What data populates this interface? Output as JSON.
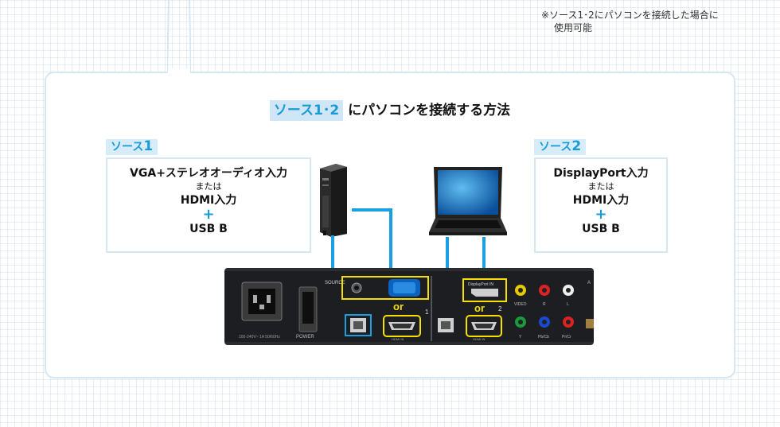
{
  "note": {
    "line1": "※ソース1･2にパソコンを接続した場合に",
    "line2": "使用可能"
  },
  "title": {
    "highlight": "ソース1･2",
    "rest": "にパソコンを接続する方法"
  },
  "source1": {
    "tag_prefix": "ソース",
    "tag_num": "1",
    "line1": "VGA+ステレオオーディオ入力",
    "line2": "または",
    "line3": "HDMI入力",
    "plus": "+",
    "line4": "USB B"
  },
  "source2": {
    "tag_prefix": "ソース",
    "tag_num": "2",
    "line1": "DisplayPort入力",
    "line2": "または",
    "line3": "HDMI入力",
    "plus": "+",
    "line4": "USB B"
  },
  "device": {
    "source_label": "SOURCE",
    "or1": "or",
    "or2": "or",
    "port1": "1",
    "port2": "2",
    "dp_label": "DisplayPort IN",
    "hdmi_label1": "HDMI IN",
    "hdmi_label2": "HDMI IN",
    "power_label": "POWER",
    "voltage_label": "100-240V~ 1A 50/60Hz",
    "video_label": "VIDEO",
    "r_label": "R",
    "l_label": "L",
    "y_label": "Y",
    "pb_label": "Pb/Cb",
    "pr_label": "Pr/Cr",
    "a_label": "A"
  },
  "colors": {
    "accent": "#1a9ad6",
    "highlight_bg": "#cfe6f6",
    "cable": "#1aa0e0",
    "frame_yellow": "#f5e000"
  },
  "icons": [
    "tower-pc-icon",
    "laptop-icon",
    "vga-port-icon",
    "hdmi-port-icon",
    "usb-b-port-icon",
    "power-socket-icon"
  ]
}
